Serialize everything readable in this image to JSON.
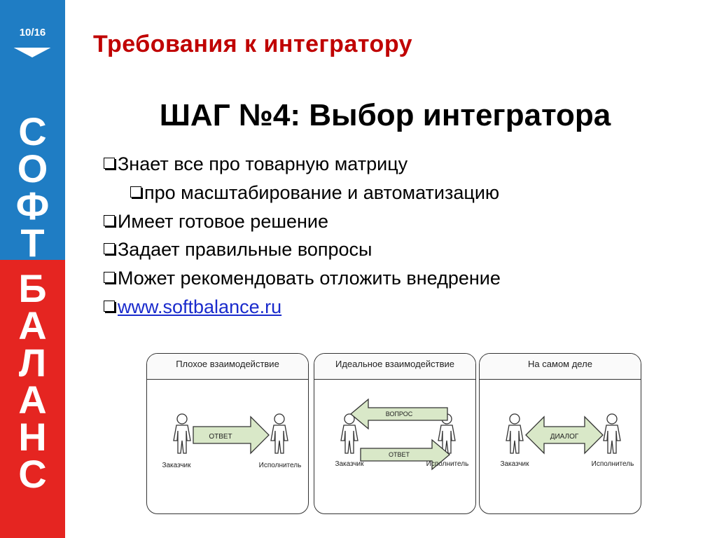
{
  "sidebar": {
    "page_counter": "10/16",
    "brand_letters": [
      "С",
      "О",
      "Ф",
      "Т",
      "Б",
      "А",
      "Л",
      "А",
      "Н",
      "С"
    ],
    "colors": {
      "top": "#1f7dc4",
      "bottom": "#e52521"
    }
  },
  "title": "Требования к интегратору",
  "subtitle": "ШАГ №4: Выбор интегратора",
  "bullets": [
    "Знает все про товарную матрицу",
    "про масштабирование и автоматизацию",
    "Имеет готовое решение",
    "Задает правильные вопросы",
    "Может рекомендовать отложить внедрение"
  ],
  "link": "www.softbalance.ru",
  "panels": [
    {
      "header": "Плохое взаимодействие",
      "arrow": "ОТВЕТ",
      "left_person": "Заказчик",
      "right_person": "Исполнитель"
    },
    {
      "header": "Идеальное взаимодействие",
      "arrow_top": "ВОПРОС",
      "arrow_bottom": "ОТВЕТ",
      "left_person": "Заказчик",
      "right_person": "Исполнитель"
    },
    {
      "header": "На самом деле",
      "arrow": "ДИАЛОГ",
      "left_person": "Заказчик",
      "right_person": "Исполнитель"
    }
  ],
  "colors": {
    "title": "#c00000",
    "link": "#1a2bcc",
    "arrow_fill": "#d9e8c8"
  }
}
